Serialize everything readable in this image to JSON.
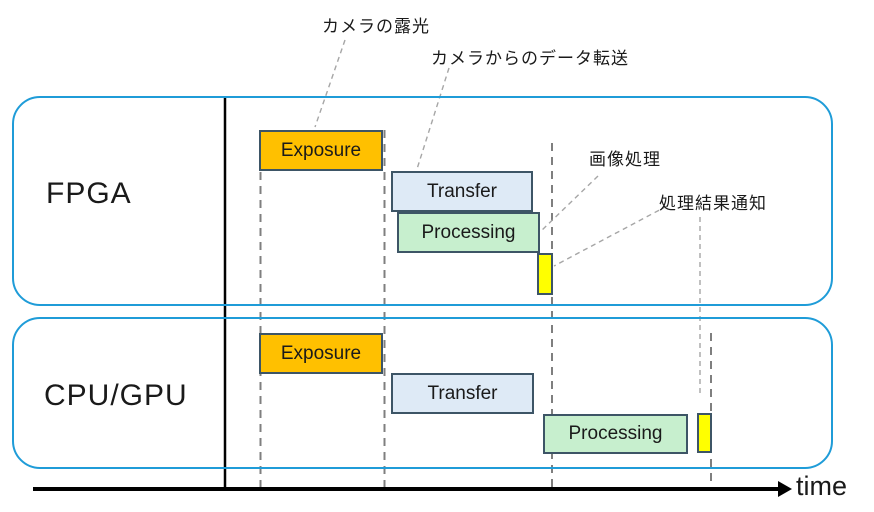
{
  "diagram": {
    "title_visible": false,
    "lanes": [
      {
        "label": "FPGA",
        "tasks": [
          {
            "label": "Exposure"
          },
          {
            "label": "Transfer"
          },
          {
            "label": "Processing"
          },
          {
            "label": "",
            "meaning": "result-notification-pulse"
          }
        ]
      },
      {
        "label": "CPU/GPU",
        "tasks": [
          {
            "label": "Exposure"
          },
          {
            "label": "Transfer"
          },
          {
            "label": "Processing"
          },
          {
            "label": "",
            "meaning": "result-notification-pulse"
          }
        ]
      }
    ],
    "annotations": [
      {
        "label": "カメラの露光",
        "points_to": "exposure"
      },
      {
        "label": "カメラからのデータ転送",
        "points_to": "transfer"
      },
      {
        "label": "画像処理",
        "points_to": "fpga-processing"
      },
      {
        "label": "処理結果通知",
        "points_to": "notification-pulses"
      }
    ],
    "axis": {
      "label": "time"
    },
    "colors": {
      "lane_border": "#1f9cd8",
      "task_border": "#3d5566",
      "exposure_fill": "#ffc000",
      "transfer_fill": "#deeaf6",
      "processing_fill": "#c7efce",
      "notification_fill": "#ffff00",
      "dashed_guide": "#7f7f7f",
      "leader_line": "#a6a6a6",
      "axis_color": "#000000"
    }
  }
}
